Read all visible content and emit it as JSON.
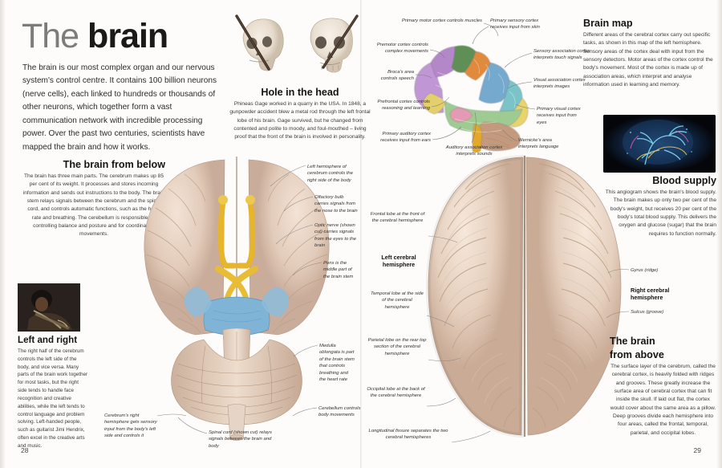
{
  "spread": {
    "title_light": "The ",
    "title_bold": "brain",
    "intro": "The brain is our most complex organ and our nervous system's control centre. It contains 100 billion neurons (nerve cells), each linked to hundreds or thousands of other neurons, which together form a vast communication network with incredible processing power. Over the past two centuries, scientists have mapped the brain and how it works.",
    "page_left": "28",
    "page_right": "29"
  },
  "hole_in_head": {
    "heading": "Hole in the head",
    "body": "Phineas Gage worked in a quarry in the USA. In 1848, a gunpowder accident blew a metal rod through the left frontal lobe of his brain. Gage survived, but he changed from contented and polite to moody, and foul-mouthed – living proof that the front of the brain is involved in personality."
  },
  "brain_map": {
    "heading": "Brain map",
    "body": "Different areas of the cerebral cortex carry out specific tasks, as shown in this map of the left hemisphere. Sensory areas of the cortex deal with input from the sensory detectors. Motor areas of the cortex control the body's movement. Most of the cortex is made up of association areas, which interpret and analyse information used in learning and memory.",
    "labels": [
      "Primary motor cortex controls muscles",
      "Premotor cortex controls complex movements",
      "Broca's area controls speech",
      "Prefrontal cortex controls reasoning and learning",
      "Primary auditory cortex receives input from ears",
      "Auditory association cortex interprets sounds",
      "Primary sensory cortex receives input from skin",
      "Sensory association cortex interprets touch signals",
      "Visual association cortex interprets images",
      "Primary visual cortex receives input from eyes",
      "Wernicke's area interprets language"
    ],
    "region_colors": {
      "premotor": "#b488c6",
      "primary_motor": "#5f8f57",
      "primary_sensory": "#6fa8c9",
      "sensory_association": "#79c3c9",
      "visual_association": "#8fc69a",
      "primary_visual": "#e8d46a",
      "brocas": "#e4d06a",
      "wernickes": "#e59ab4",
      "auditory": "#e08a3c",
      "prefrontal": "#c38fd0",
      "temporal": "#a9cf9c"
    }
  },
  "blood_supply": {
    "heading": "Blood supply",
    "body": "This angiogram shows the brain's blood supply. The brain makes up only two per cent of the body's weight, but receives 20 per cent of the body's total blood supply. This delivers the oxygen and glucose (sugar) that the brain requires to function normally."
  },
  "brain_from_below": {
    "heading": "The brain from below",
    "body": "The brain has three main parts. The cerebrum makes up 85 per cent of its weight. It processes and stores incoming information and sends out instructions to the body. The brain stem relays signals between the cerebrum and the spinal cord, and controls automatic functions, such as the heart rate and breathing. The cerebellum is responsible for controlling balance and posture and for coordinating movements.",
    "labels": [
      "Left hemisphere of cerebrum controls the right side of the body",
      "Olfactory bulb carries signals from the nose to the brain",
      "Optic nerve (shown cut) carries signals from the eyes to the brain",
      "Pons is the middle part of the brain stem",
      "Medulla oblongata is part of the brain stem that controls breathing and the heart rate",
      "Cerebellum controls body movements",
      "Spinal cord (shown cut) relays signals between the brain and body",
      "Cerebrum's right hemisphere gets sensory input from the body's left side and controls it"
    ]
  },
  "left_and_right": {
    "heading": "Left and right",
    "body": "The right half of the cerebrum controls the left side of the body, and vice versa. Many parts of the brain work together for most tasks, but the right side tends to handle face recognition and creative abilities, while the left tends to control language and problem solving. Left-handed people, such as guitarist Jimi Hendrix, often excel in the creative arts and music."
  },
  "brain_from_above": {
    "heading_line1": "The brain",
    "heading_line2": "from above",
    "body": "The surface layer of the cerebrum, called the cerebral cortex, is heavily folded with ridges and grooves. These greatly increase the surface area of cerebral cortex that can fit inside the skull. If laid out flat, the cortex would cover about the same area as a pillow. Deep grooves divide each hemisphere into four areas, called the frontal, temporal, parietal, and occipital lobes.",
    "labels": {
      "frontal": "Frontal lobe at the front of the cerebral hemisphere",
      "left_hemisphere": "Left cerebral hemisphere",
      "temporal": "Temporal lobe at the side of the cerebral hemisphere",
      "parietal": "Parietal lobe on the rear top section of the cerebral hemisphere",
      "occipital": "Occipital lobe at the back of the cerebral hemisphere",
      "fissure": "Longitudinal fissure separates the two cerebral hemispheres",
      "gyrus": "Gyrus (ridge)",
      "right_hemisphere": "Right cerebral hemisphere",
      "sulcus": "Sulcus (groove)"
    }
  }
}
